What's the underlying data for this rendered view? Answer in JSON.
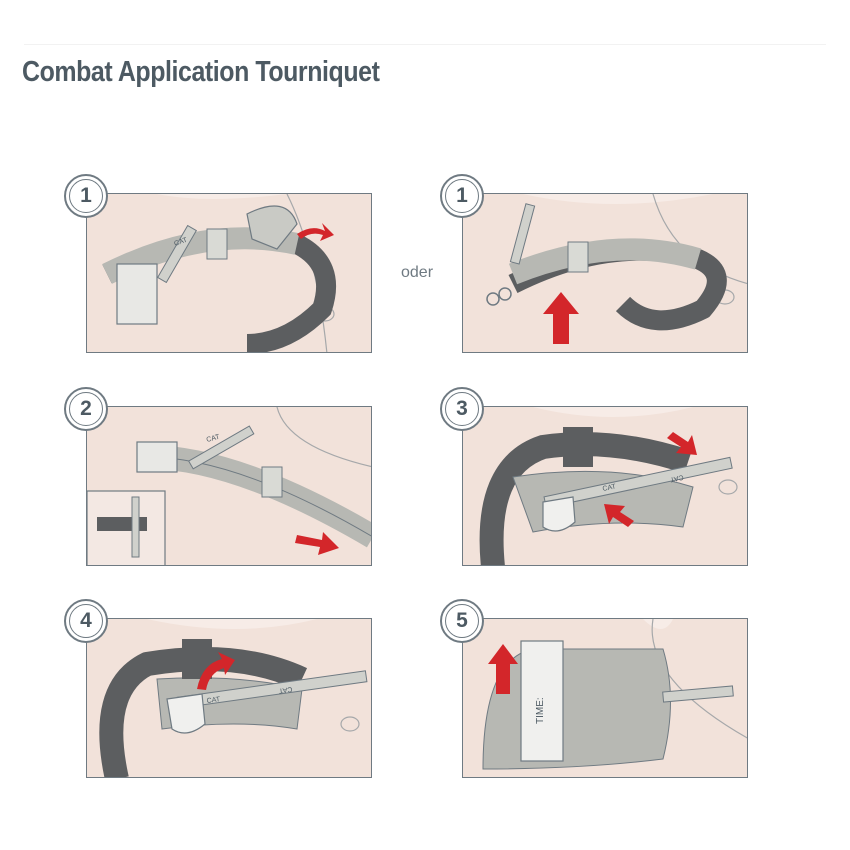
{
  "title": "Combat Application Tourniquet",
  "separator_text": "oder",
  "steps": [
    {
      "number": "1",
      "strap_label": "CAT"
    },
    {
      "number": "1"
    },
    {
      "number": "2",
      "strap_label": "CAT"
    },
    {
      "number": "3",
      "strap_label": "CAT",
      "strap_label_2": "CAT"
    },
    {
      "number": "4",
      "strap_label": "CAT",
      "strap_label_2": "CAT"
    },
    {
      "number": "5",
      "tag_label": "TIME:"
    }
  ],
  "colors": {
    "title": "#4d5a63",
    "panel_bg": "#f7ece7",
    "panel_border": "#6f7a82",
    "arrow": "#d3262a",
    "strap_light": "#b9bab5",
    "strap_dark": "#6a6b69",
    "buckle_white": "#f0f0ee"
  },
  "icons": [
    "red-arrow-icon",
    "tourniquet-illustration",
    "step-number-badge"
  ]
}
